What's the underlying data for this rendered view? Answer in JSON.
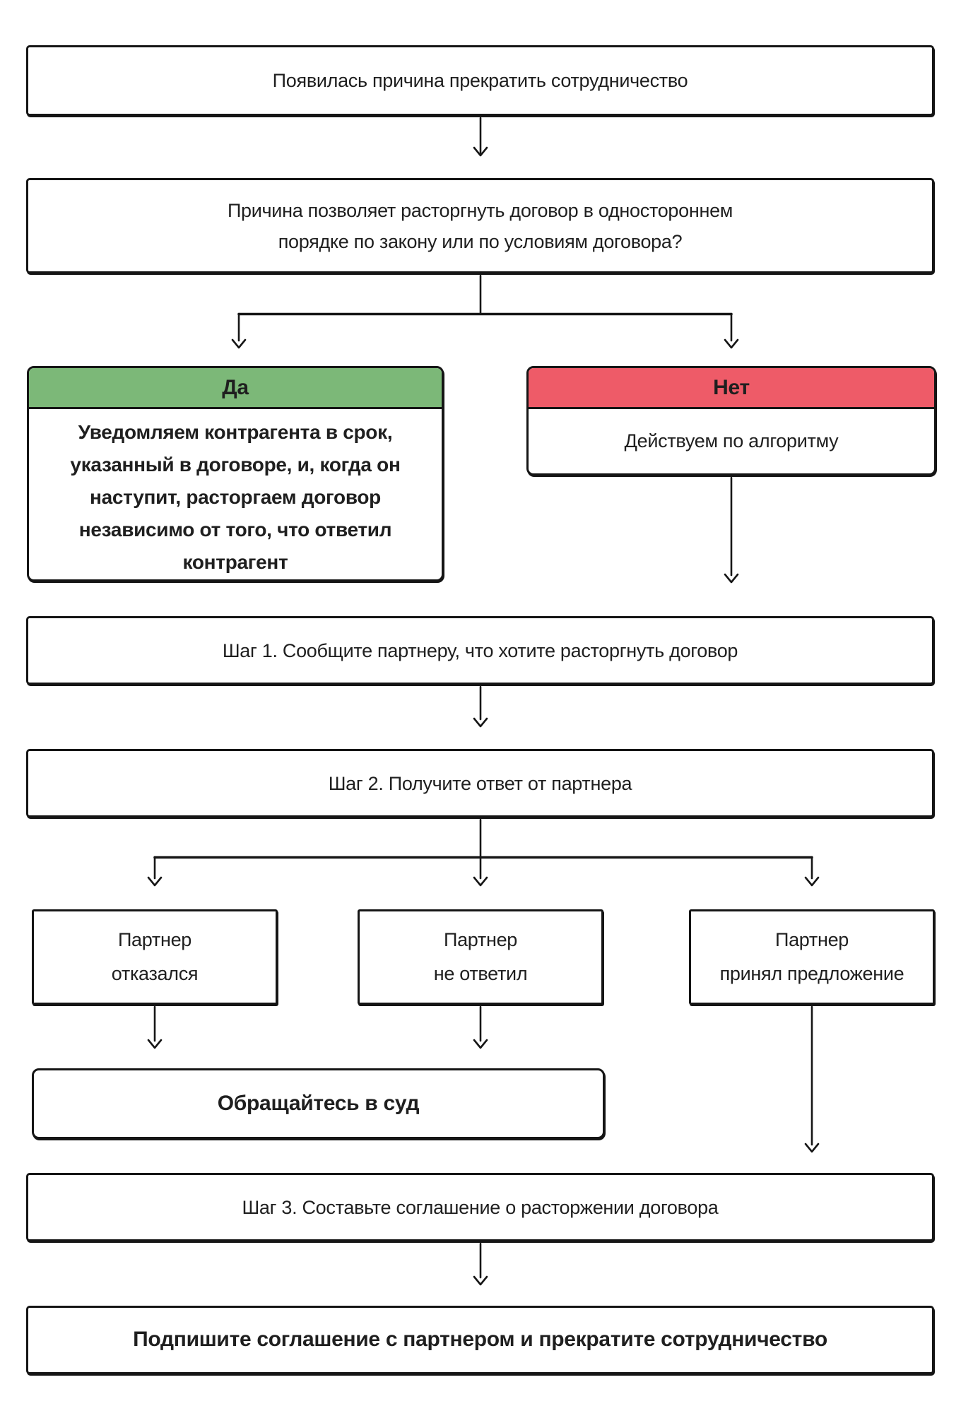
{
  "colors": {
    "yes_header": "#7cb878",
    "no_header": "#ee5b68",
    "border": "#151515",
    "text": "#1f1f1f",
    "background": "#ffffff"
  },
  "flowchart": {
    "start": "Появилась причина прекратить сотрудничество",
    "question": "Причина позволяет расторгнуть договор в одностороннем\nпорядке по закону или по условиям договора?",
    "yes": {
      "label": "Да",
      "body": "Уведомляем контрагента в срок,\nуказанный в договоре, и, когда он\nнаступит, расторгаем договор\nнезависимо от того, что ответил\nконтрагент"
    },
    "no": {
      "label": "Нет",
      "body": "Действуем по алгоритму"
    },
    "step1": "Шаг 1. Сообщите партнеру, что хотите расторгнуть договор",
    "step2": "Шаг 2. Получите ответ от партнера",
    "outcomes": [
      {
        "label": "Партнер\nотказался"
      },
      {
        "label": "Партнер\nне ответил"
      },
      {
        "label": "Партнер\nпринял предложение"
      }
    ],
    "court": "Обращайтесь в суд",
    "step3": "Шаг 3. Составьте соглашение о расторжении договора",
    "final": "Подпишите соглашение с партнером и прекратите сотрудничество"
  }
}
